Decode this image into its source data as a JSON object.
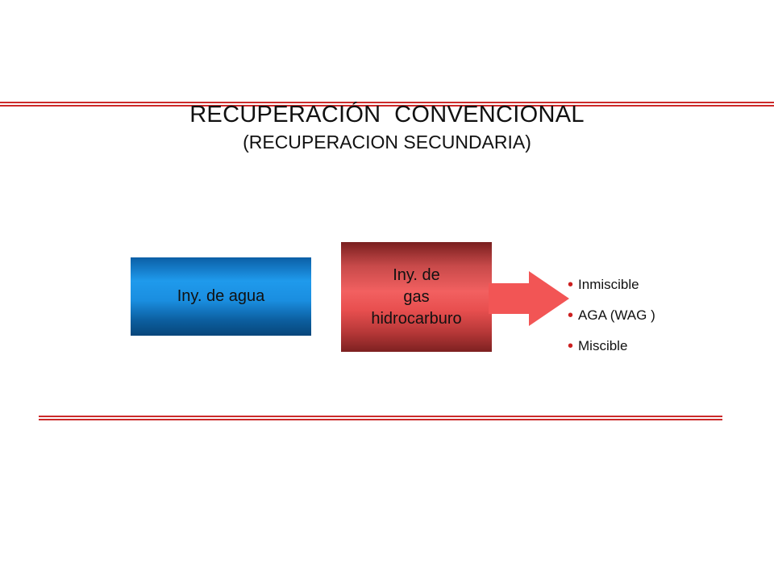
{
  "title": "RECUPERACIÓN  CONVENCIONAL",
  "subtitle": "(RECUPERACION SECUNDARIA)",
  "boxes": {
    "water": "Iny. de agua",
    "gas": "Iny. de\ngas\nhidrocarburo"
  },
  "options": [
    "Inmiscible",
    "AGA (WAG )",
    "Miscible"
  ],
  "colors": {
    "rule": "#cc2a2a",
    "water_box": "#1f9aec",
    "gas_box": "#f26060",
    "arrow": "#f25555",
    "bullet": "#cc2020"
  }
}
